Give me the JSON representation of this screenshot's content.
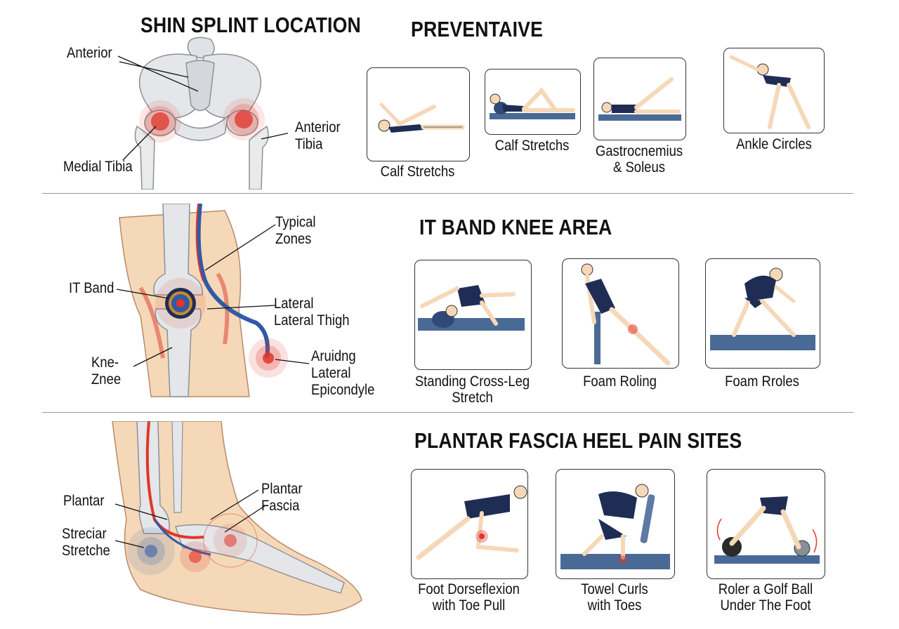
{
  "sections": {
    "shin": {
      "title": "SHIN SPLINT LOCATION",
      "labels": {
        "anterior": "Anterior",
        "anterior_tibia": "Anterior\nTibia",
        "medial_tibia": "Medial Tibia"
      }
    },
    "preventative": {
      "title": "PREVENTAIVE",
      "cards": [
        {
          "caption": "Calf Stretchs"
        },
        {
          "caption": "Calf Stretchs"
        },
        {
          "caption": "Gastrocnemius\n& Soleus"
        },
        {
          "caption": "Ankle Circles"
        }
      ]
    },
    "knee": {
      "title": "IT BAND KNEE AREA",
      "labels": {
        "typical_zones": "Typical\nZones",
        "it_band": "IT Band",
        "lateral_thigh": "Lateral\nLateral Thigh",
        "kne_znee": "Kne-\nZnee",
        "lateral_epicondyle": "Aruidng\nLateral\nEpicondyle"
      },
      "cards": [
        {
          "caption": "Standing Cross-Leg\nStretch"
        },
        {
          "caption": "Foam Roling"
        },
        {
          "caption": "Foam Rroles"
        }
      ]
    },
    "plantar": {
      "title": "PLANTAR FASCIA HEEL PAIN SITES",
      "labels": {
        "plantar": "Plantar",
        "plantar_fascia": "Plantar\nFascia",
        "streciar_stretche": "Streciar\nStretche"
      },
      "cards": [
        {
          "caption": "Foot Dorseflexion\nwith Toe Pull"
        },
        {
          "caption": "Towel Curls\nwith Toes"
        },
        {
          "caption": "Roler a Golf Ball\nUnder The Foot"
        }
      ]
    }
  },
  "colors": {
    "pain_red": "#e0362a",
    "vein_blue": "#2f5aa8",
    "bone": "#e4e6e9",
    "skin": "#f5d8b8",
    "mat": "#4a6a96",
    "clothing": "#1f2d55"
  }
}
